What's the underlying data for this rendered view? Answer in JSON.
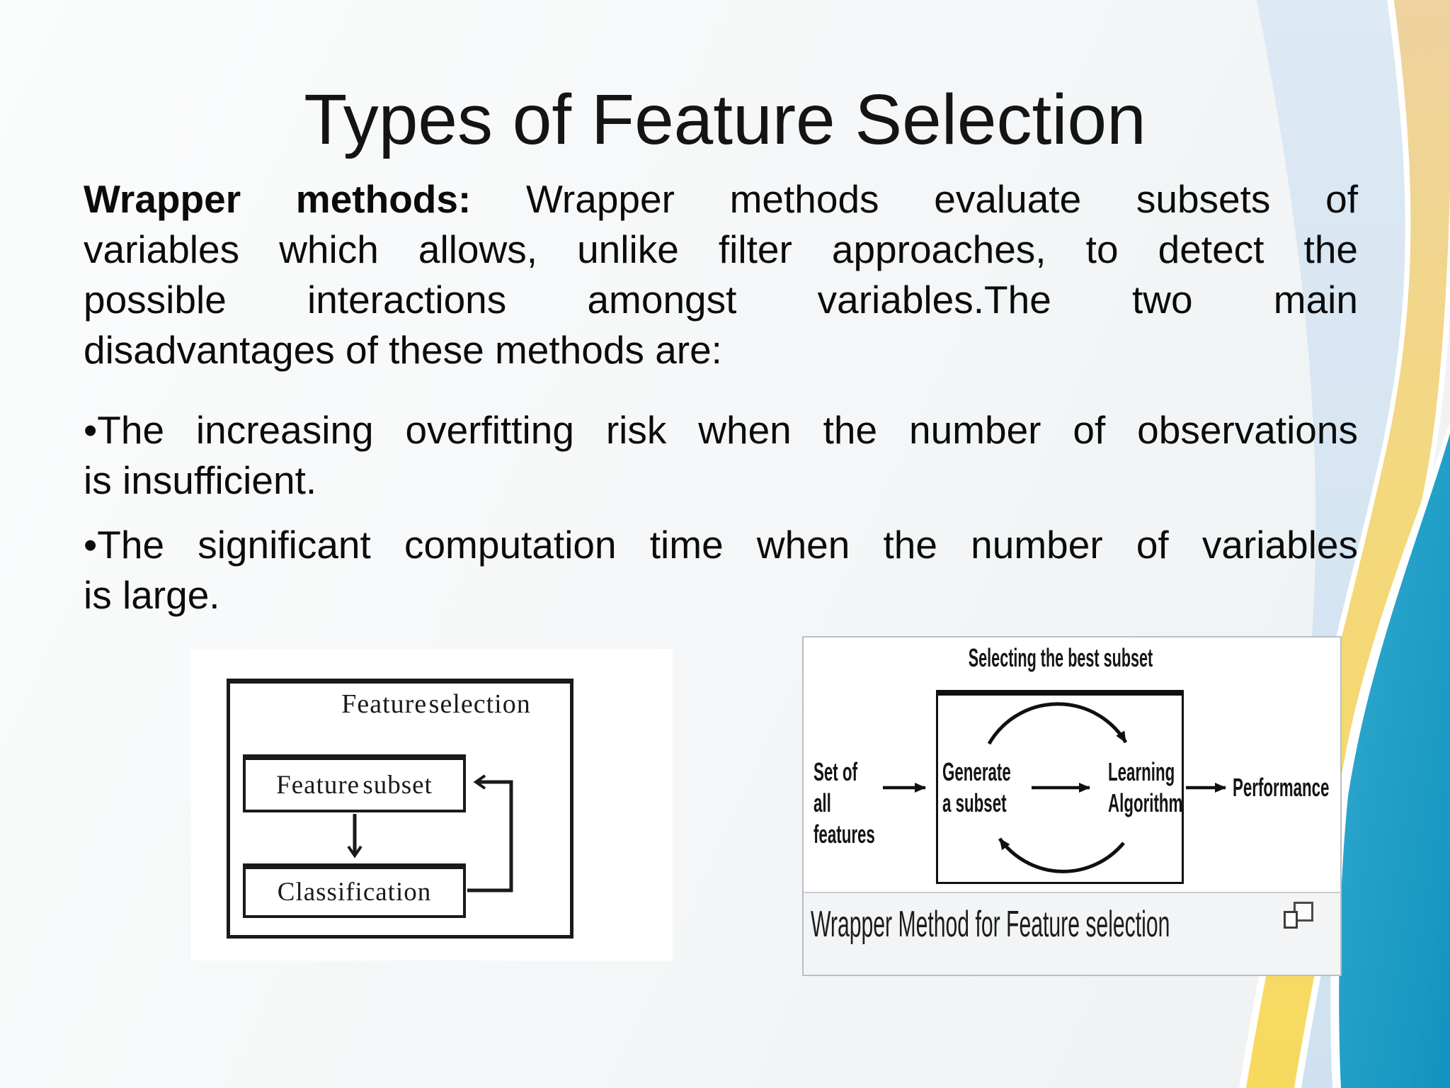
{
  "slide": {
    "title": "Types of Feature Selection",
    "paragraph": {
      "lead": "Wrapper methods:",
      "line1_rest": " Wrapper methods evaluate subsets of",
      "line2": "variables which allows, unlike filter approaches, to detect the",
      "line3": "possible interactions amongst variables.The two main",
      "line4": "disadvantages of these methods are:"
    },
    "bullets": [
      {
        "lines": [
          "•The increasing overfitting risk when the number of observations",
          "is insufficient."
        ]
      },
      {
        "lines": [
          "•The significant computation time when the number of variables",
          "is large."
        ]
      }
    ]
  },
  "left_figure": {
    "outer_label": "Feature selection",
    "feature_subset_label": "Feature subset",
    "classification_label": "Classification"
  },
  "right_figure": {
    "top_label": "Selecting the best subset",
    "left_label": "Set of all features",
    "generate_label": "Generate a subset",
    "learning_label": "Learning Algorithm",
    "right_label": "Performance",
    "caption": "Wrapper Method for Feature selection",
    "enlarge_icon": "overlapping-squares-enlarge-icon"
  },
  "colors": {
    "slide_background": "#f4f6f7",
    "pale_blue_swoosh": "#dce8f3",
    "tan_swoosh": "#eed2a0",
    "yellow_swoosh": "#f6da66",
    "teal_swoosh": "#1b9fc6",
    "text": "#0b0b0b",
    "figure_border": "#b9bfc5",
    "caption_background": "#f3f4f5"
  }
}
